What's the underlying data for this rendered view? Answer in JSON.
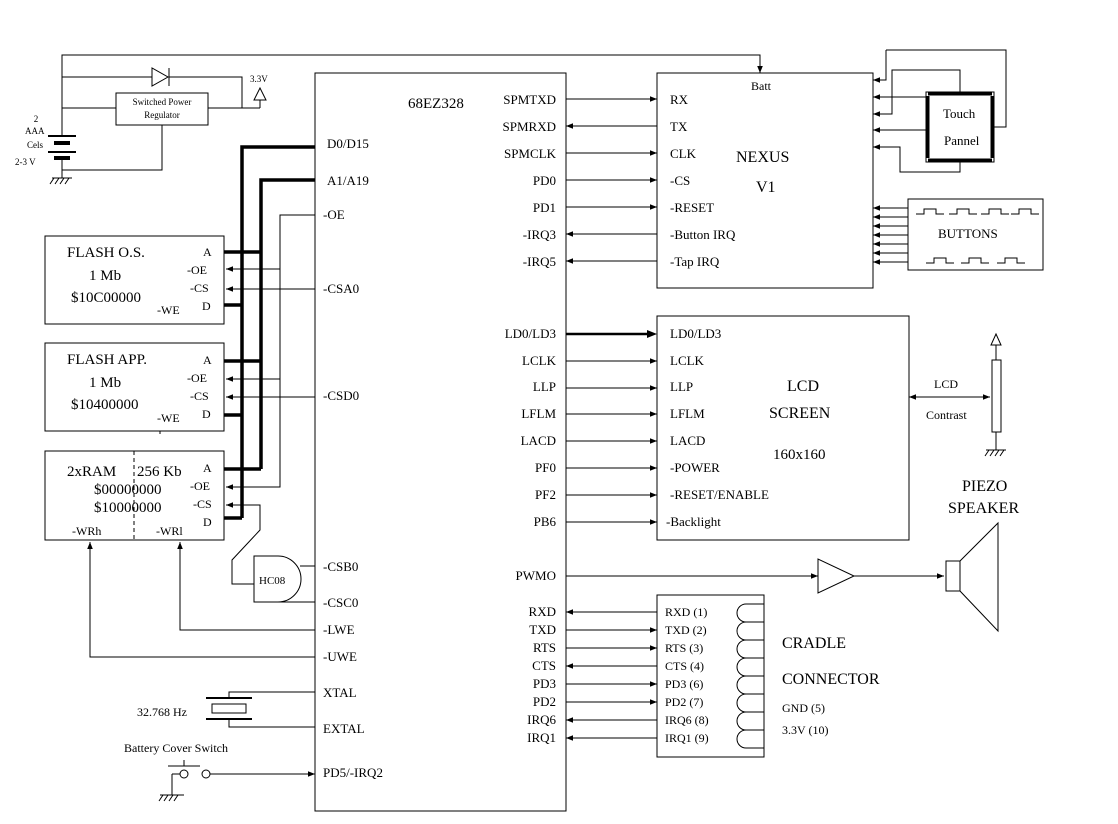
{
  "cpu": {
    "title": "68EZ328",
    "left_pins": [
      "D0/D15",
      "A1/A19",
      "-OE",
      "-CSA0",
      "-CSD0",
      "-CSB0",
      "-CSC0",
      "-LWE",
      "-UWE",
      "XTAL",
      "EXTAL",
      "PD5/-IRQ2"
    ],
    "right_pins_top": [
      "SPMTXD",
      "SPMRXD",
      "SPMCLK",
      "PD0",
      "PD1",
      "-IRQ3",
      "-IRQ5"
    ],
    "right_pins_lcd": [
      "LD0/LD3",
      "LCLK",
      "LLP",
      "LFLM",
      "LACD",
      "PF0",
      "PF2",
      "PB6"
    ],
    "right_pin_pwm": "PWMO",
    "right_pins_serial": [
      "RXD",
      "TXD",
      "RTS",
      "CTS",
      "PD3",
      "PD2",
      "IRQ6",
      "IRQ1"
    ]
  },
  "power": {
    "cells": [
      "2",
      "AAA",
      "Cels",
      "2-3 V"
    ],
    "regulator": [
      "Switched Power",
      "Regulator"
    ],
    "rail": "3.3V"
  },
  "flash_os": {
    "title": "FLASH O.S.",
    "size": "1 Mb",
    "addr": "$10C00000",
    "pins": [
      "A",
      "-OE",
      "-CS",
      "D"
    ],
    "we": "-WE"
  },
  "flash_app": {
    "title": "FLASH APP.",
    "size": "1 Mb",
    "addr": "$10400000",
    "pins": [
      "A",
      "-OE",
      "-CS",
      "D"
    ],
    "we": "-WE"
  },
  "ram": {
    "title": "2xRAM",
    "size": "256 Kb",
    "addr1": "$00000000",
    "addr2": "$10000000",
    "pins": [
      "A",
      "-OE",
      "-CS",
      "D"
    ],
    "wrh": "-WRh",
    "wrl": "-WRl"
  },
  "gate": "HC08",
  "crystal": "32.768 Hz",
  "battery_switch": "Battery Cover Switch",
  "nexus": {
    "batt": "Batt",
    "title1": "NEXUS",
    "title2": "V1",
    "pins": [
      "RX",
      "TX",
      "CLK",
      "-CS",
      "-RESET",
      "-Button IRQ",
      "-Tap IRQ"
    ]
  },
  "touch": [
    "Touch",
    "Pannel"
  ],
  "buttons": "BUTTONS",
  "lcd": {
    "title1": "LCD",
    "title2": "SCREEN",
    "title3": "160x160",
    "pins": [
      "LD0/LD3",
      "LCLK",
      "LLP",
      "LFLM",
      "LACD",
      "-POWER",
      "-RESET/ENABLE",
      "-Backlight"
    ],
    "contrast1": "LCD",
    "contrast2": "Contrast"
  },
  "piezo": [
    "PIEZO",
    "SPEAKER"
  ],
  "cradle": {
    "pins": [
      "RXD  (1)",
      "TXD  (2)",
      "RTS   (3)",
      "CTS   (4)",
      "PD3   (6)",
      "PD2   (7)",
      "IRQ6 (8)",
      "IRQ1 (9)"
    ],
    "title1": "CRADLE",
    "title2": "CONNECTOR",
    "gnd": "GND (5)",
    "v33": "3.3V (10)"
  }
}
